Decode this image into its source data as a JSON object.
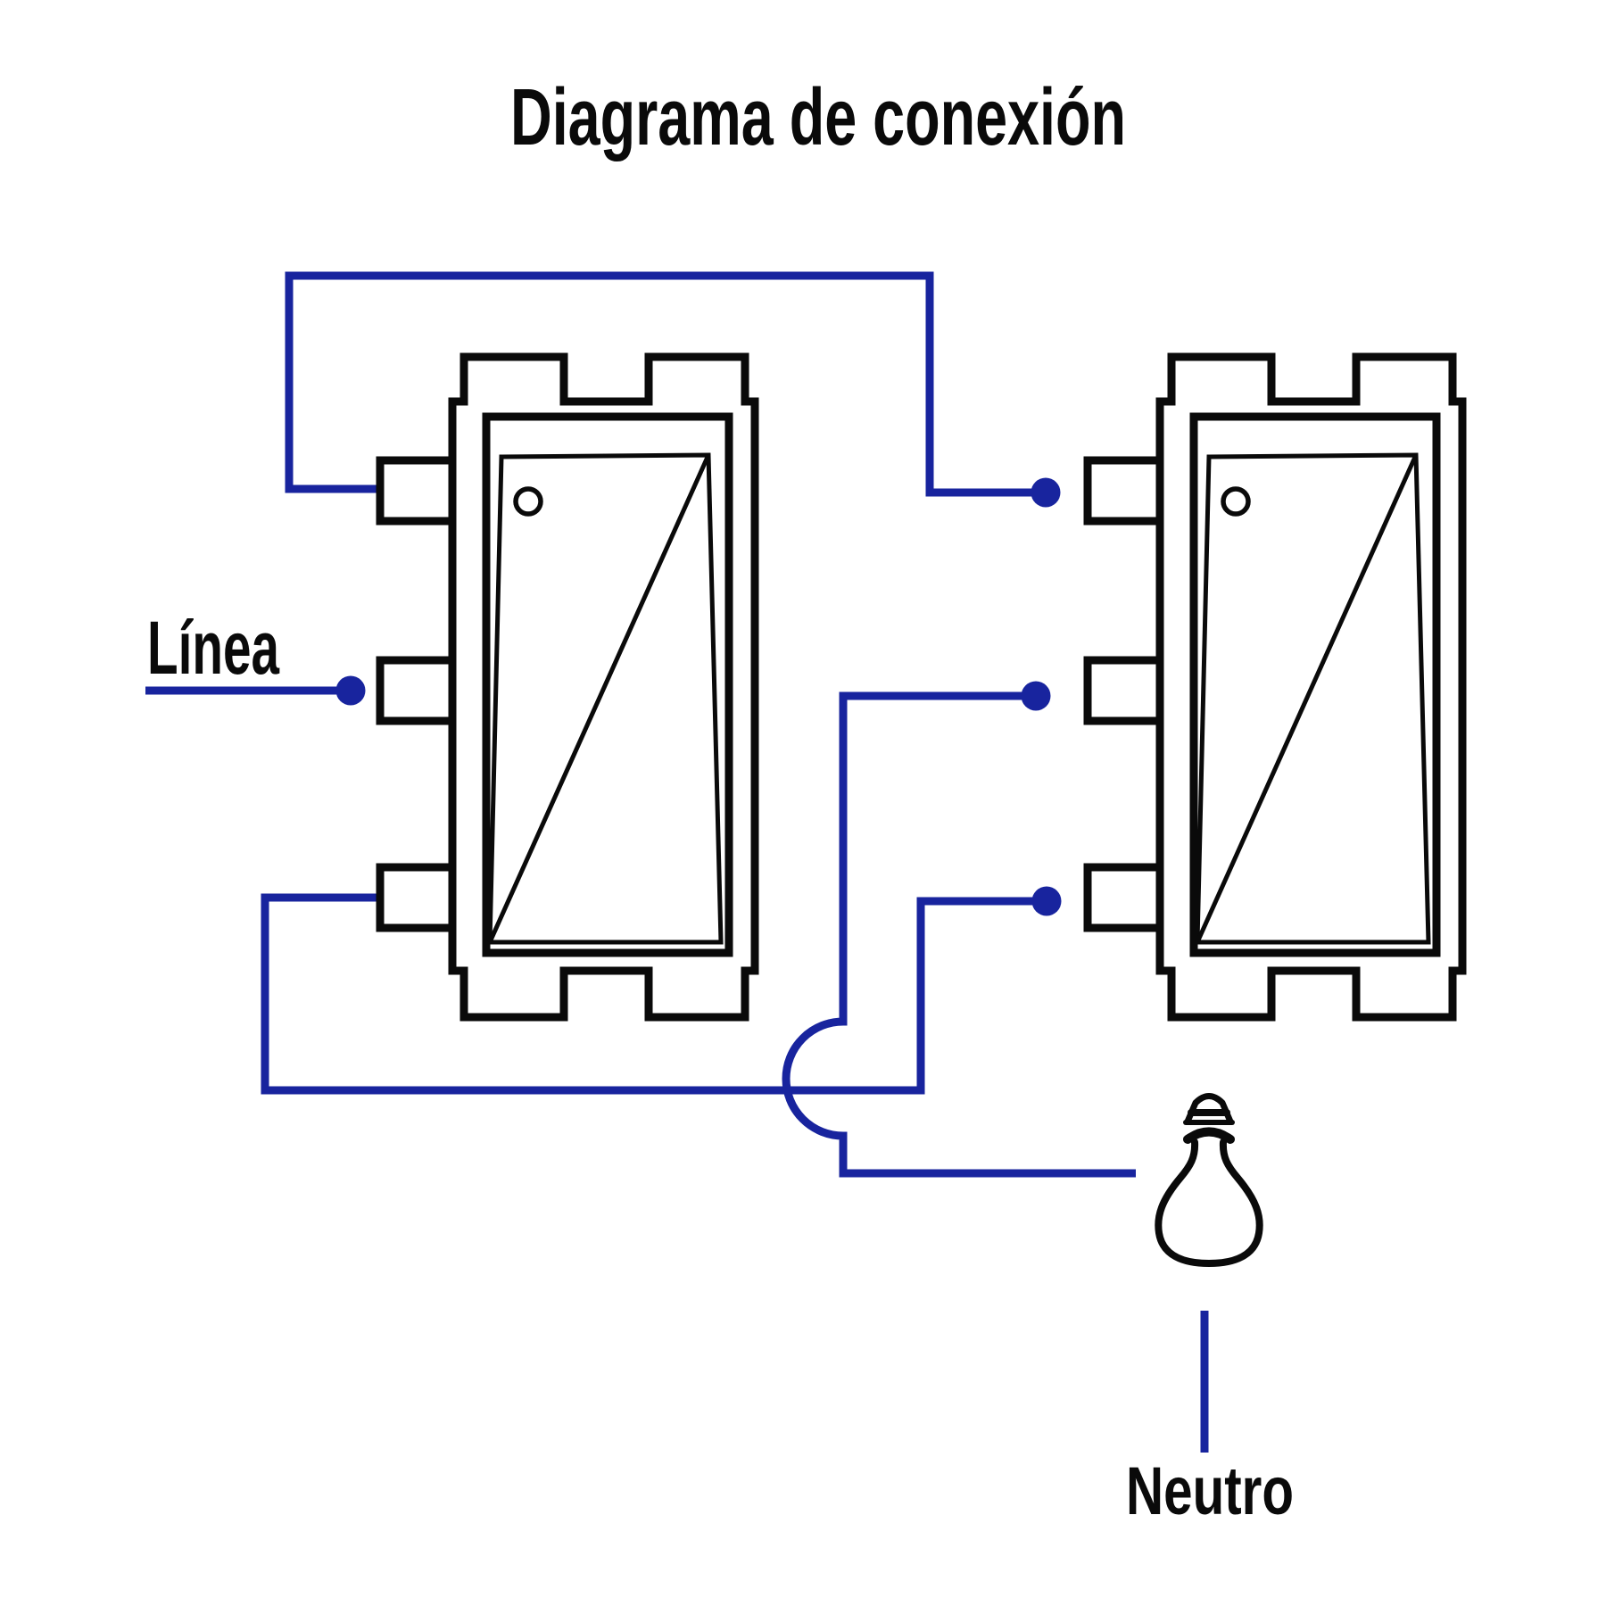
{
  "title": "Diagrama de conexión",
  "labels": {
    "line": "Línea",
    "neutral": "Neutro"
  },
  "colors": {
    "wire": "#18249E",
    "outline": "#0A0A0A",
    "background": "#FFFFFF"
  },
  "components": [
    "three-way-switch-left",
    "three-way-switch-right",
    "light-bulb",
    "line-wire",
    "neutral-wire",
    "traveler-wire-top",
    "traveler-wire-bottom",
    "common-wire-to-lamp"
  ]
}
